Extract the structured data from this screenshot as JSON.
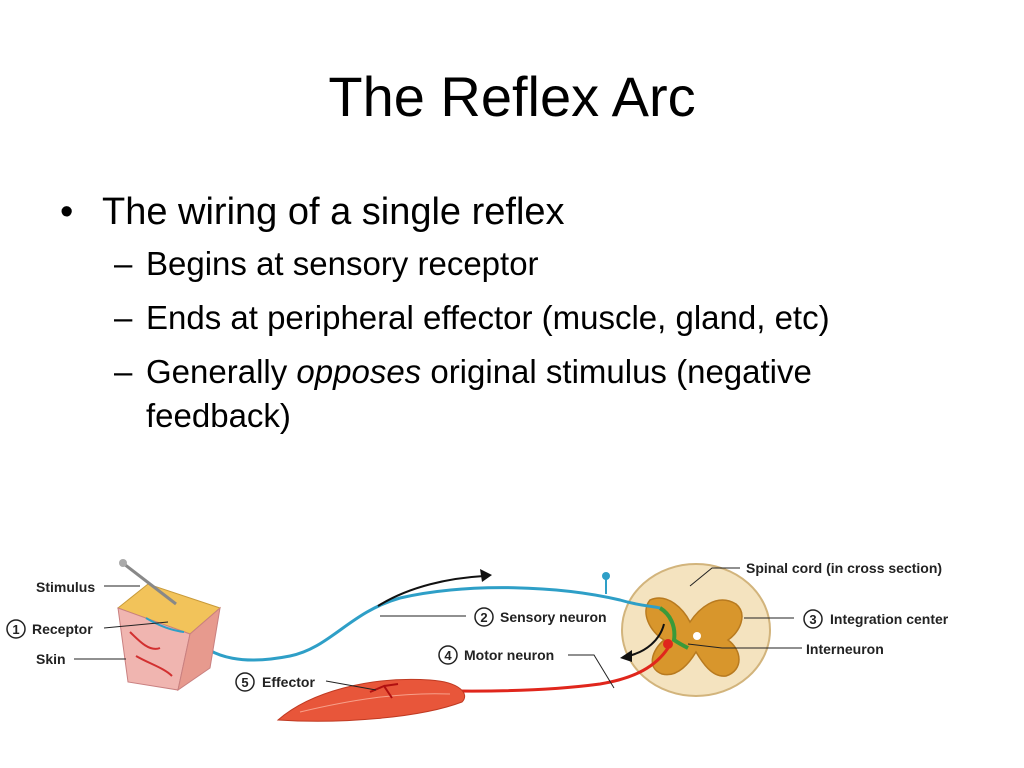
{
  "slide": {
    "title": "The Reflex Arc",
    "bullet": "The wiring of a single reflex",
    "subbullets": {
      "s1": "Begins at sensory receptor",
      "s2": "Ends at peripheral effector (muscle, gland, etc)",
      "s3_before": "Generally ",
      "s3_emph": "opposes",
      "s3_after": " original stimulus (negative feedback)"
    }
  },
  "diagram": {
    "labels": {
      "stimulus": "Stimulus",
      "receptor": "Receptor",
      "skin": "Skin",
      "sensory_neuron": "Sensory neuron",
      "motor_neuron": "Motor neuron",
      "effector": "Effector",
      "spinal_cord": "Spinal cord (in cross section)",
      "integration_center": "Integration center",
      "interneuron": "Interneuron"
    },
    "numbers": {
      "n1": "1",
      "n2": "2",
      "n3": "3",
      "n4": "4",
      "n5": "5"
    },
    "colors": {
      "sensory": "#2e9fc7",
      "motor": "#e0261c",
      "interneuron": "#3a9a3a",
      "muscle": "#e8563a",
      "grey_matter": "#d8962c",
      "white_matter": "#f4e3bf",
      "skin": "#f2c35a"
    }
  }
}
